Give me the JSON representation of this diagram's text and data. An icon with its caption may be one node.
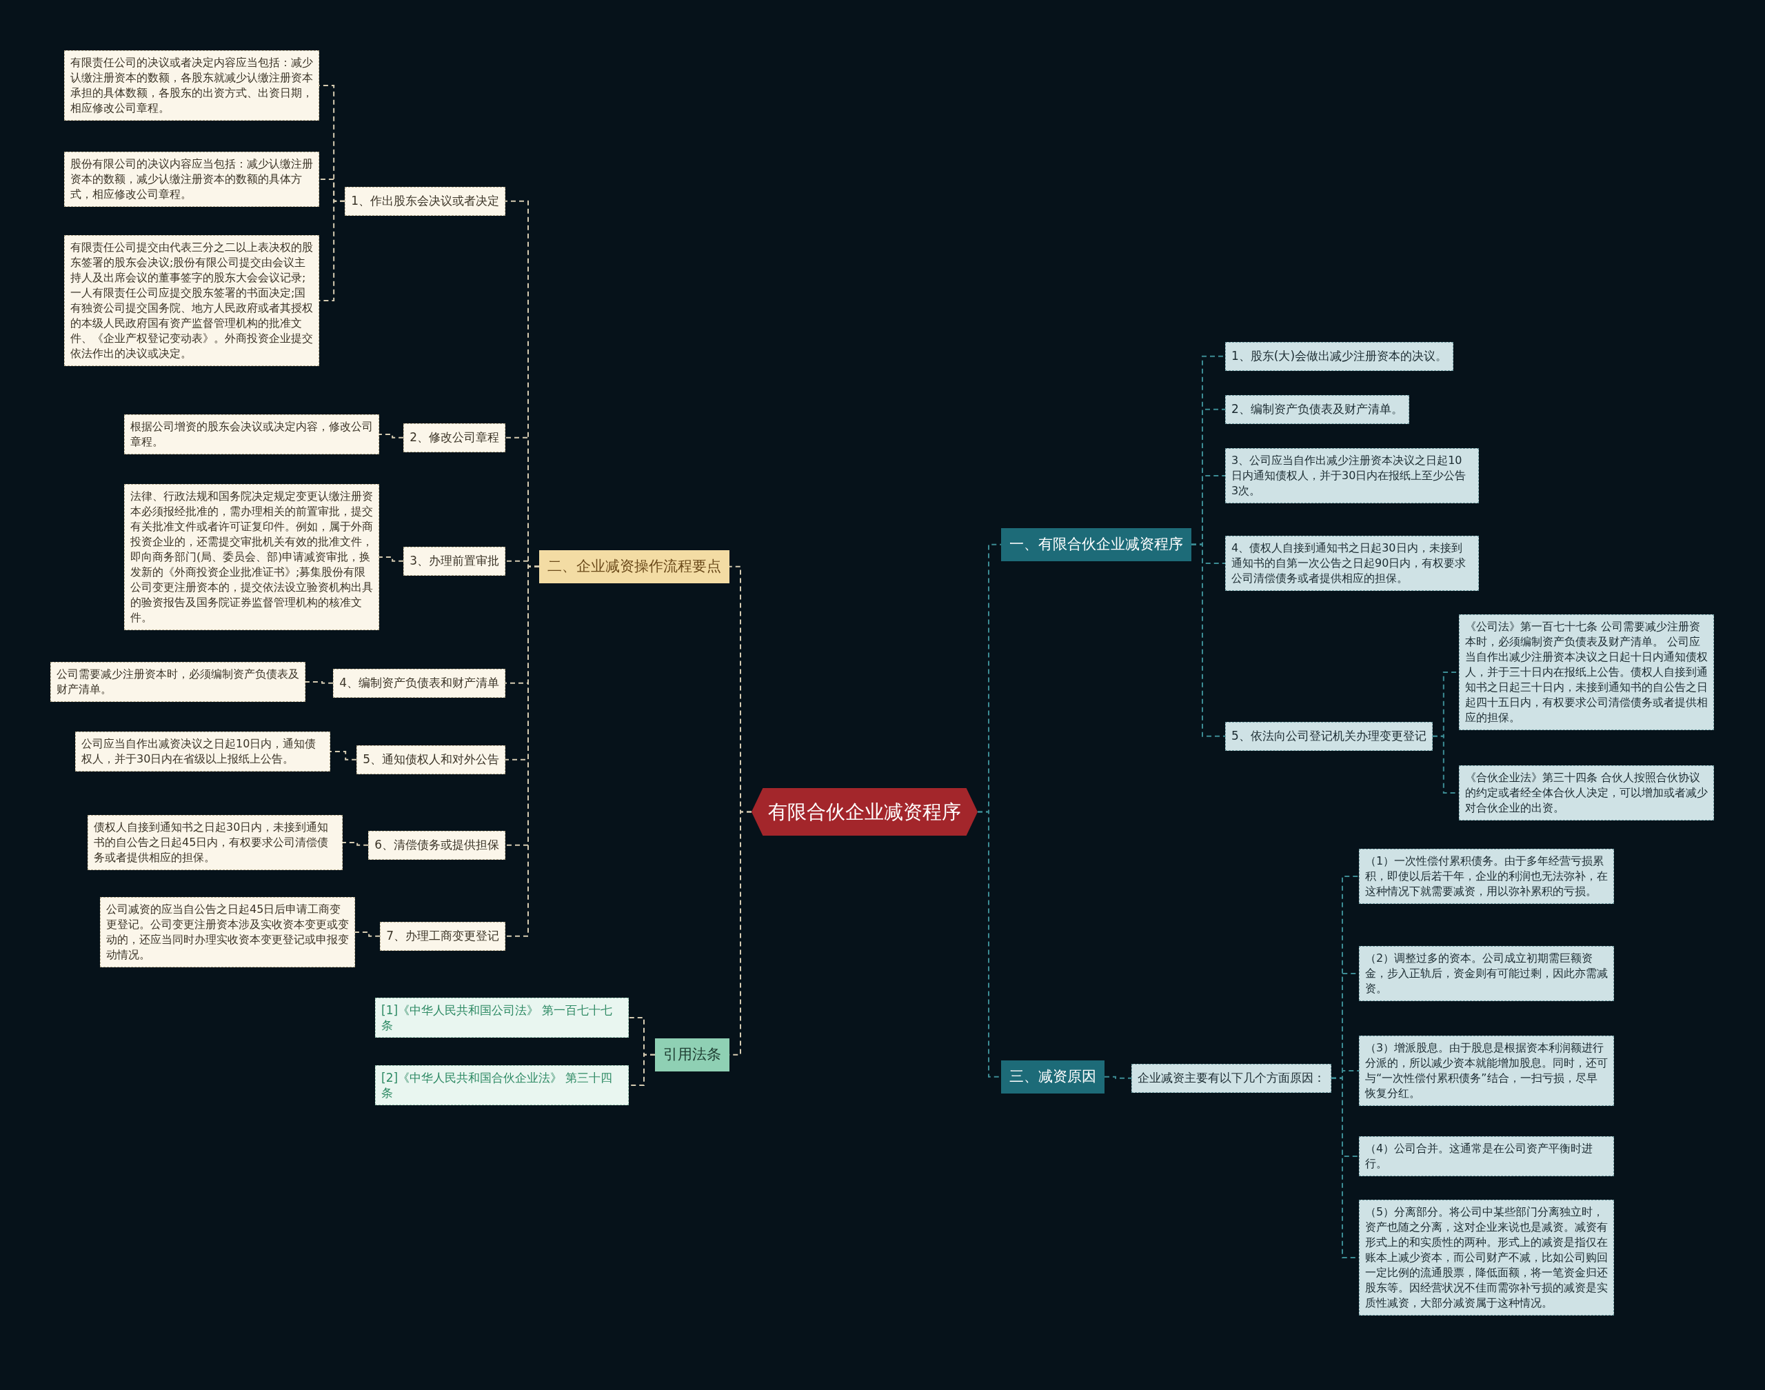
{
  "diagram": {
    "nodes": [
      {
        "text": [
          "有限合伙企业减资程序"
        ]
      },
      {
        "text": [
          "二、企业减资操作流程要点"
        ]
      },
      {
        "text": [
          "1、作出股东会决议或者决定"
        ]
      },
      {
        "text": [
          "有限责任公司的决议或者决定内容应当包括：减少认缴注册资本的数额，各股东就减少认缴注册资本承担的具体数额，各股东的出资方式、出资日期，相应修改公司章程。"
        ]
      },
      {
        "text": [
          "股份有限公司的决议内容应当包括：减少认缴注册资本的数额，减少认缴注册资本的数额的具体方式，相应修改公司章程。"
        ]
      },
      {
        "text": [
          "有限责任公司提交由代表三分之二以上表决权的股东签署的股东会决议;股份有限公司提交由会议主持人及出席会议的董事签字的股东大会会议记录;一人有限责任公司应提交股东签署的书面决定;国有独资公司提交国务院、地方人民政府或者其授权的本级人民政府国有资产监督管理机构的批准文件、《企业产权登记变动表》。外商投资企业提交依法作出的决议或决定。"
        ]
      },
      {
        "text": [
          "2、修改公司章程"
        ]
      },
      {
        "text": [
          "根据公司增资的股东会决议或决定内容，修改公司章程。"
        ]
      },
      {
        "text": [
          "3、办理前置审批"
        ]
      },
      {
        "text": [
          "法律、行政法规和国务院决定规定变更认缴注册资本必须报经批准的，需办理相关的前置审批，提交有关批准文件或者许可证复印件。例如，属于外商投资企业的，还需提交审批机关有效的批准文件，即向商务部门(局、委员会、部)申请减资审批，换发新的《外商投资企业批准证书》;募集股份有限公司变更注册资本的，提交依法设立验资机构出具的验资报告及国务院证券监督管理机构的核准文件。"
        ]
      },
      {
        "text": [
          "4、编制资产负债表和财产清单"
        ]
      },
      {
        "text": [
          "公司需要减少注册资本时，必须编制资产负债表及财产清单。"
        ]
      },
      {
        "text": [
          "5、通知债权人和对外公告"
        ]
      },
      {
        "text": [
          "公司应当自作出减资决议之日起10日内，通知债权人，并于30日内在省级以上报纸上公告。"
        ]
      },
      {
        "text": [
          "6、清偿债务或提供担保"
        ]
      },
      {
        "text": [
          "债权人自接到通知书之日起30日内，未接到通知书的自公告之日起45日内，有权要求公司清偿债务或者提供相应的担保。"
        ]
      },
      {
        "text": [
          "7、办理工商变更登记"
        ]
      },
      {
        "text": [
          "公司减资的应当自公告之日起45日后申请工商变更登记。公司变更注册资本涉及实收资本变更或变动的，还应当同时办理实收资本变更登记或申报变动情况。"
        ]
      },
      {
        "text": [
          "引用法条"
        ]
      },
      {
        "text": [
          "[1]《中华人民共和国公司法》 第一百七十七条"
        ]
      },
      {
        "text": [
          "[2]《中华人民共和国合伙企业法》 第三十四条"
        ]
      },
      {
        "text": [
          "一、有限合伙企业减资程序"
        ]
      },
      {
        "text": [
          "1、股东(大)会做出减少注册资本的决议。"
        ]
      },
      {
        "text": [
          "2、编制资产负债表及财产清单。"
        ]
      },
      {
        "text": [
          "3、公司应当自作出减少注册资本决议之日起10日内通知债权人，并于30日内在报纸上至少公告3次。"
        ]
      },
      {
        "text": [
          "4、债权人自接到通知书之日起30日内，未接到通知书的自第一次公告之日起90日内，有权要求公司清偿债务或者提供相应的担保。"
        ]
      },
      {
        "text": [
          "5、依法向公司登记机关办理变更登记"
        ]
      },
      {
        "text": [
          "《公司法》第一百七十七条 公司需要减少注册资本时，必须编制资产负债表及财产清单。 公司应当自作出减少注册资本决议之日起十日内通知债权人，并于三十日内在报纸上公告。债权人自接到通知书之日起三十日内，未接到通知书的自公告之日起四十五日内，有权要求公司清偿债务或者提供相应的担保。"
        ]
      },
      {
        "text": [
          "《合伙企业法》第三十四条 合伙人按照合伙协议的约定或者经全体合伙人决定，可以增加或者减少对合伙企业的出资。"
        ]
      },
      {
        "text": [
          "三、减资原因"
        ]
      },
      {
        "text": [
          "企业减资主要有以下几个方面原因："
        ]
      },
      {
        "text": [
          "（1）一次性偿付累积债务。由于多年经营亏损累积，即使以后若干年，企业的利润也无法弥补，在这种情况下就需要减资，用以弥补累积的亏损。"
        ]
      },
      {
        "text": [
          "（2）调整过多的资本。公司成立初期需巨额资金，步入正轨后，资金则有可能过剩，因此亦需减资。"
        ]
      },
      {
        "text": [
          "（3）增派股息。由于股息是根据资本利润额进行分派的，所以减少资本就能增加股息。同时，还可与“一次性偿付累积债务”结合，一扫亏损，尽早恢复分红。"
        ]
      },
      {
        "text": [
          "（4）公司合并。这通常是在公司资产平衡时进行。"
        ]
      },
      {
        "text": [
          "（5）分离部分。将公司中某些部门分离独立时，资产也随之分离，这对企业来说也是减资。减资有形式上的和实质性的两种。形式上的减资是指仅在账本上减少资本，而公司财产不减，比如公司购回一定比例的流通股票，降低面额，将一笔资金归还股东等。因经营状况不佳而需弥补亏损的减资是实质性减资，大部分减资属于这种情况。"
        ]
      }
    ],
    "edges": [
      {
        "from": 0,
        "to": 1,
        "arrow": "none"
      },
      {
        "from": 1,
        "to": 2,
        "arrow": "none"
      },
      {
        "from": 2,
        "to": 3,
        "arrow": "none"
      },
      {
        "from": 2,
        "to": 4,
        "arrow": "none"
      },
      {
        "from": 2,
        "to": 5,
        "arrow": "none"
      },
      {
        "from": 1,
        "to": 6,
        "arrow": "none"
      },
      {
        "from": 6,
        "to": 7,
        "arrow": "none"
      },
      {
        "from": 1,
        "to": 8,
        "arrow": "none"
      },
      {
        "from": 8,
        "to": 9,
        "arrow": "none"
      },
      {
        "from": 1,
        "to": 10,
        "arrow": "none"
      },
      {
        "from": 10,
        "to": 11,
        "arrow": "none"
      },
      {
        "from": 1,
        "to": 12,
        "arrow": "none"
      },
      {
        "from": 12,
        "to": 13,
        "arrow": "none"
      },
      {
        "from": 1,
        "to": 14,
        "arrow": "none"
      },
      {
        "from": 14,
        "to": 15,
        "arrow": "none"
      },
      {
        "from": 1,
        "to": 16,
        "arrow": "none"
      },
      {
        "from": 16,
        "to": 17,
        "arrow": "none"
      },
      {
        "from": 0,
        "to": 18,
        "arrow": "none"
      },
      {
        "from": 18,
        "to": 19,
        "arrow": "none"
      },
      {
        "from": 18,
        "to": 20,
        "arrow": "none"
      },
      {
        "from": 0,
        "to": 21,
        "arrow": "none",
        "color": "#3c8c94"
      },
      {
        "from": 21,
        "to": 22,
        "arrow": "none",
        "color": "#3c8c94"
      },
      {
        "from": 21,
        "to": 23,
        "arrow": "none",
        "color": "#3c8c94"
      },
      {
        "from": 21,
        "to": 24,
        "arrow": "none",
        "color": "#3c8c94"
      },
      {
        "from": 21,
        "to": 25,
        "arrow": "none",
        "color": "#3c8c94"
      },
      {
        "from": 21,
        "to": 26,
        "arrow": "none",
        "color": "#3c8c94"
      },
      {
        "from": 26,
        "to": 27,
        "arrow": "none",
        "color": "#3c8c94"
      },
      {
        "from": 26,
        "to": 28,
        "arrow": "none",
        "color": "#3c8c94"
      },
      {
        "from": 0,
        "to": 29,
        "arrow": "none",
        "color": "#3c8c94"
      },
      {
        "from": 29,
        "to": 30,
        "arrow": "none",
        "color": "#3c8c94"
      },
      {
        "from": 30,
        "to": 31,
        "arrow": "none",
        "color": "#3c8c94"
      },
      {
        "from": 30,
        "to": 32,
        "arrow": "none",
        "color": "#3c8c94"
      },
      {
        "from": 30,
        "to": 33,
        "arrow": "none",
        "color": "#3c8c94"
      },
      {
        "from": 30,
        "to": 34,
        "arrow": "none",
        "color": "#3c8c94"
      },
      {
        "from": 30,
        "to": 35,
        "arrow": "none",
        "color": "#3c8c94"
      }
    ]
  }
}
